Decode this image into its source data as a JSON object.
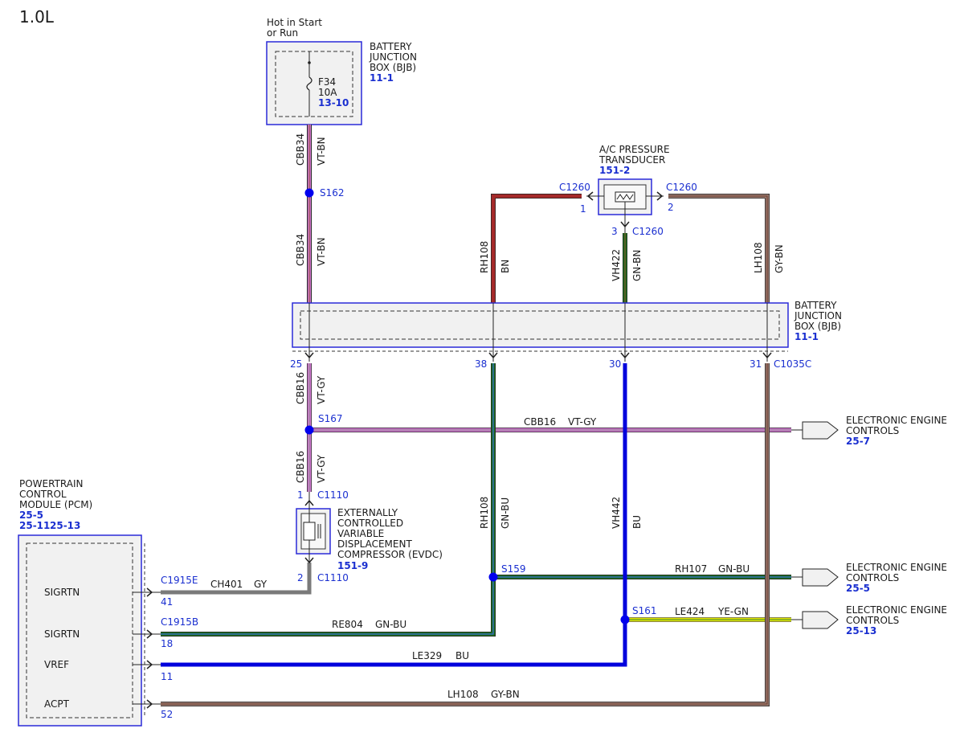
{
  "title": "1.0L",
  "power_source": {
    "hot_line1": "Hot in Start",
    "hot_line2": "or Run",
    "fuse_name": "F34",
    "fuse_rating": "10A",
    "fuse_ref": "13-10"
  },
  "bjb": {
    "line1": "BATTERY",
    "line2": "JUNCTION",
    "line3": "BOX (BJB)",
    "ref": "11-1"
  },
  "transducer": {
    "line1": "A/C PRESSURE",
    "line2": "TRANSDUCER",
    "ref": "151-2",
    "conn_left": "C1260",
    "conn_right": "C1260",
    "conn_bottom": "C1260",
    "pin_left": "1",
    "pin_right": "2",
    "pin_bottom": "3"
  },
  "compressor": {
    "line1": "EXTERNALLY",
    "line2": "CONTROLLED",
    "line3": "VARIABLE",
    "line4": "DISPLACEMENT",
    "line5": "COMPRESSOR (EVDC)",
    "ref": "151-9",
    "conn_top": "C1110",
    "conn_bottom": "C1110",
    "pin_top": "1",
    "pin_bottom": "2"
  },
  "pcm": {
    "line1": "POWERTRAIN",
    "line2": "CONTROL",
    "line3": "MODULE (PCM)",
    "ref1": "25-5",
    "ref2": "25-11",
    "ref3": "25-13",
    "pins": [
      {
        "label": "SIGRTN",
        "pin": "41",
        "connector": "C1915E"
      },
      {
        "label": "SIGRTN",
        "pin": "18",
        "connector": "C1915B"
      },
      {
        "label": "VREF",
        "pin": "11",
        "connector": ""
      },
      {
        "label": "ACPT",
        "pin": "52",
        "connector": ""
      }
    ]
  },
  "bjb_pins": {
    "p25": "25",
    "p38": "38",
    "p30": "30",
    "p31": "31",
    "connector": "C1035C"
  },
  "splices": {
    "s162": "S162",
    "s167": "S167",
    "s159": "S159",
    "s161": "S161"
  },
  "circuits": {
    "cbb34_a": {
      "id": "CBB34",
      "color": "VT-BN"
    },
    "cbb34_b": {
      "id": "CBB34",
      "color": "VT-BN"
    },
    "rh108_top": {
      "id": "RH108",
      "color": "BN"
    },
    "vh422": {
      "id": "VH422",
      "color": "GN-BN"
    },
    "lh108_top": {
      "id": "LH108",
      "color": "GY-BN"
    },
    "cbb16_a": {
      "id": "CBB16",
      "color": "VT-GY"
    },
    "cbb16_h": {
      "id": "CBB16",
      "color": "VT-GY"
    },
    "cbb16_b": {
      "id": "CBB16",
      "color": "VT-GY"
    },
    "rh108_mid": {
      "id": "RH108",
      "color": "GN-BU"
    },
    "vh442": {
      "id": "VH442",
      "color": "BU"
    },
    "ch401": {
      "id": "CH401",
      "color": "GY"
    },
    "rh107": {
      "id": "RH107",
      "color": "GN-BU"
    },
    "le424": {
      "id": "LE424",
      "color": "YE-GN"
    },
    "re804": {
      "id": "RE804",
      "color": "GN-BU"
    },
    "le329": {
      "id": "LE329",
      "color": "BU"
    },
    "lh108_bottom": {
      "id": "LH108",
      "color": "GY-BN"
    }
  },
  "destinations": [
    {
      "line1": "ELECTRONIC ENGINE",
      "line2": "CONTROLS",
      "ref": "25-7"
    },
    {
      "line1": "ELECTRONIC ENGINE",
      "line2": "CONTROLS",
      "ref": "25-5"
    },
    {
      "line1": "ELECTRONIC ENGINE",
      "line2": "CONTROLS",
      "ref": "25-13"
    }
  ],
  "colors": {
    "module_border": "#2a2ad8",
    "module_fill": "#f1f1f1",
    "ref_text": "#1a2fd0",
    "violet": "#d278d2",
    "brown": "#a52a2a",
    "green": "#1e6e1e",
    "blue": "#0000dd",
    "gray": "#7a7a7a",
    "yellow": "#e0e000",
    "splice": "#0000ee"
  }
}
